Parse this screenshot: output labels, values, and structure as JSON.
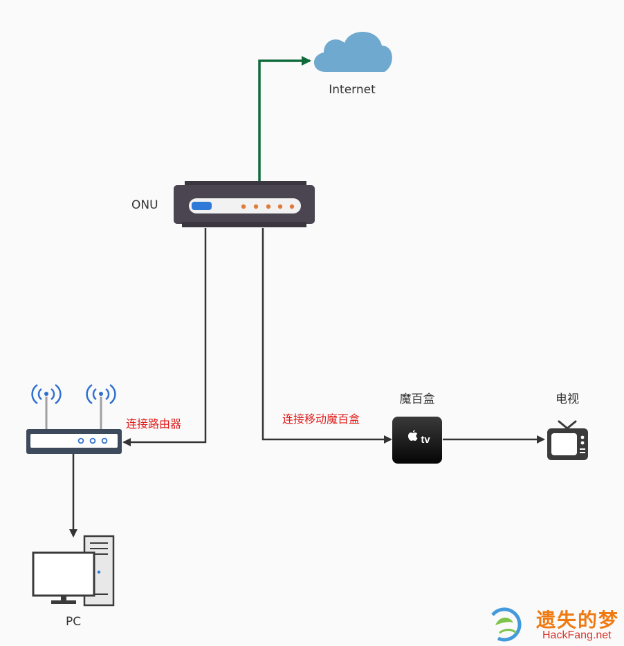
{
  "nodes": {
    "internet": {
      "label": "Internet",
      "icon": "cloud-icon"
    },
    "onu": {
      "label": "ONU",
      "icon": "modem-icon"
    },
    "router": {
      "label": "",
      "icon": "wireless-router-icon"
    },
    "pc": {
      "label": "PC",
      "icon": "desktop-pc-icon"
    },
    "stb": {
      "label": "魔百盒",
      "icon": "set-top-box-icon",
      "badge": "tv"
    },
    "tv": {
      "label": "电视",
      "icon": "television-icon"
    }
  },
  "edges": [
    {
      "from": "onu",
      "to": "internet",
      "label": "",
      "color": "#0e6a3a"
    },
    {
      "from": "onu",
      "to": "router",
      "label": "连接路由器",
      "color": "#333333"
    },
    {
      "from": "onu",
      "to": "stb",
      "label": "连接移动魔百盒",
      "color": "#333333"
    },
    {
      "from": "router",
      "to": "pc",
      "label": "",
      "color": "#333333"
    },
    {
      "from": "stb",
      "to": "tv",
      "label": "",
      "color": "#333333"
    }
  ],
  "watermark": {
    "cn": "遗失的梦",
    "en": "HackFang.net"
  },
  "colors": {
    "edge_label": "#e01b1b",
    "internet_link": "#0e6a3a",
    "cloud": "#6fa9cf",
    "device_body": "#4a4550",
    "led": "#e07b3c",
    "status_led": "#2f7ad8"
  }
}
